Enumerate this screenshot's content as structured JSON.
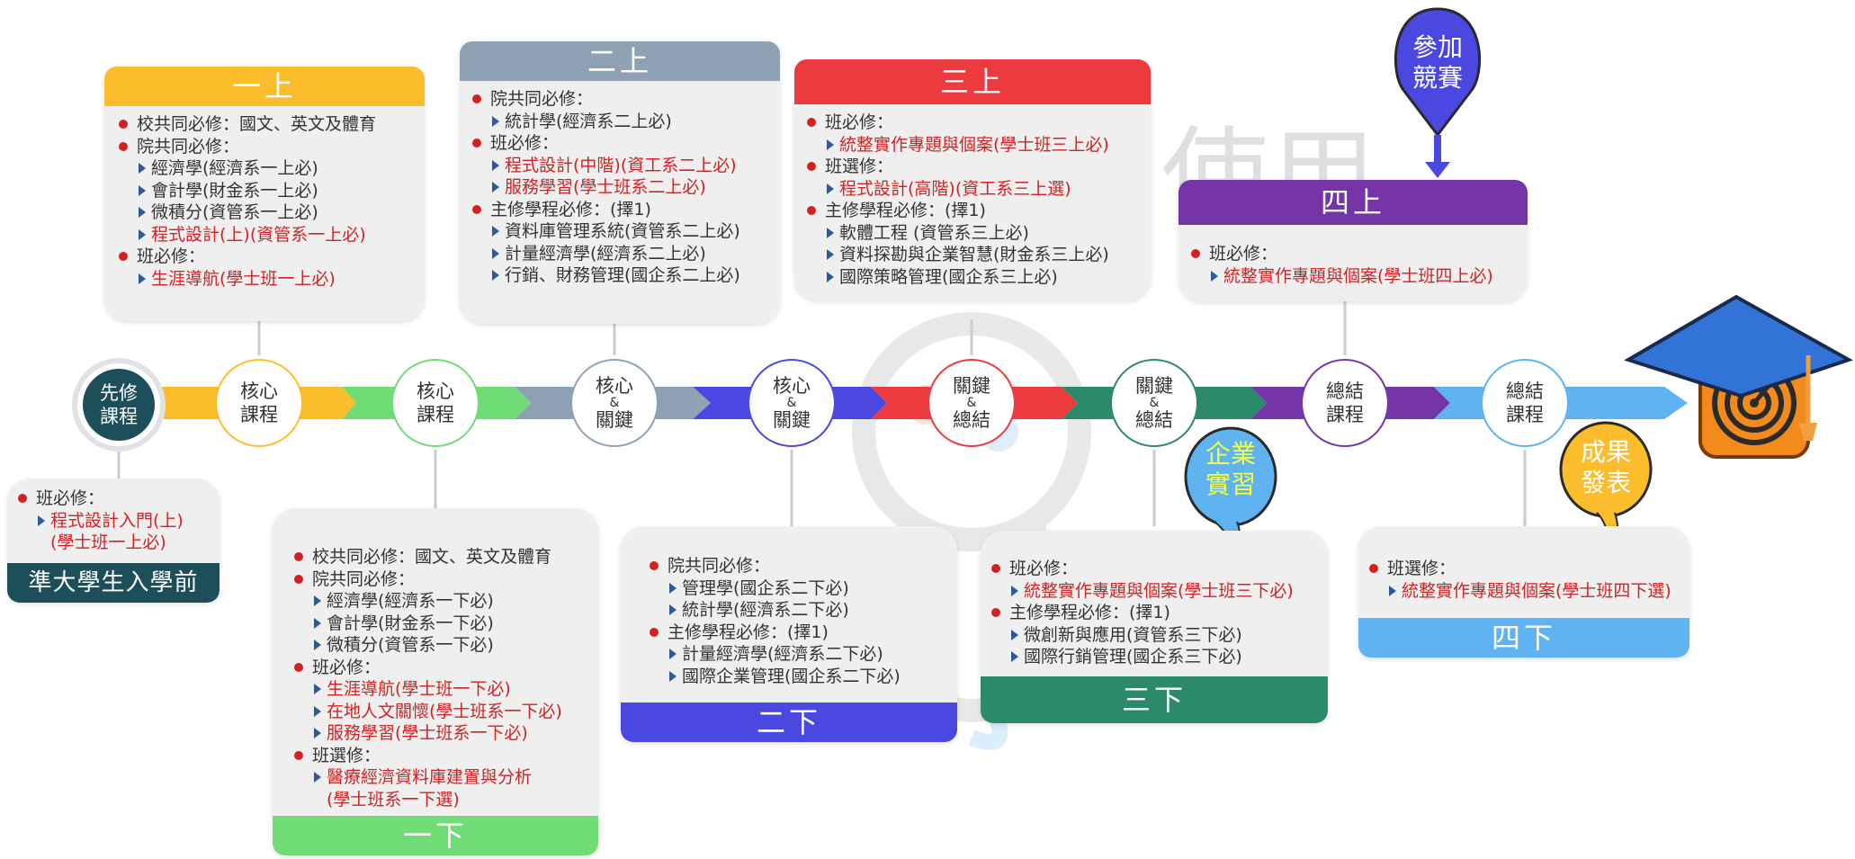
{
  "watermark": "使用",
  "start_label": "準大學生入學前",
  "start_node": {
    "line1": "先修",
    "line2": "課程"
  },
  "nodes": [
    {
      "line1": "核心",
      "amp": "",
      "line2": "課程"
    },
    {
      "line1": "核心",
      "amp": "",
      "line2": "課程"
    },
    {
      "line1": "核心",
      "amp": "&",
      "line2": "關鍵"
    },
    {
      "line1": "核心",
      "amp": "&",
      "line2": "關鍵"
    },
    {
      "line1": "關鍵",
      "amp": "&",
      "line2": "總結"
    },
    {
      "line1": "關鍵",
      "amp": "&",
      "line2": "總結"
    },
    {
      "line1": "總結",
      "amp": "",
      "line2": "課程"
    },
    {
      "line1": "總結",
      "amp": "",
      "line2": "課程"
    }
  ],
  "pre_card": {
    "lines": [
      {
        "text": "班必修：",
        "style": "h"
      },
      {
        "text": "程式設計入門(上)",
        "style": "i",
        "red": true
      },
      {
        "text": "(學士班一上必)",
        "style": "c",
        "red": true
      }
    ]
  },
  "cards": {
    "y1a": {
      "title": "一上",
      "lines": [
        {
          "text": "校共同必修：國文、英文及體育",
          "style": "h"
        },
        {
          "text": "院共同必修：",
          "style": "h"
        },
        {
          "text": "經濟學(經濟系一上必)",
          "style": "i"
        },
        {
          "text": "會計學(財金系一上必)",
          "style": "i"
        },
        {
          "text": "微積分(資管系一上必)",
          "style": "i"
        },
        {
          "text": "程式設計(上)(資管系一上必)",
          "style": "i",
          "red": true
        },
        {
          "text": "班必修：",
          "style": "h"
        },
        {
          "text": "生涯導航(學士班一上必)",
          "style": "i",
          "red": true
        }
      ]
    },
    "y1b": {
      "title": "一下",
      "lines": [
        {
          "text": "校共同必修：國文、英文及體育",
          "style": "h"
        },
        {
          "text": "院共同必修：",
          "style": "h"
        },
        {
          "text": "經濟學(經濟系一下必)",
          "style": "i"
        },
        {
          "text": "會計學(財金系一下必)",
          "style": "i"
        },
        {
          "text": "微積分(資管系一下必)",
          "style": "i"
        },
        {
          "text": "班必修：",
          "style": "h"
        },
        {
          "text": "生涯導航(學士班一下必)",
          "style": "i",
          "red": true
        },
        {
          "text": "在地人文關懷(學士班系一下必)",
          "style": "i",
          "red": true
        },
        {
          "text": "服務學習(學士班系一下必)",
          "style": "i",
          "red": true
        },
        {
          "text": "班選修：",
          "style": "h"
        },
        {
          "text": "醫療經濟資料庫建置與分析",
          "style": "i",
          "red": true
        },
        {
          "text": "(學士班系一下選)",
          "style": "c",
          "red": true
        }
      ]
    },
    "y2a": {
      "title": "二上",
      "lines": [
        {
          "text": "院共同必修：",
          "style": "h"
        },
        {
          "text": "統計學(經濟系二上必)",
          "style": "i"
        },
        {
          "text": "班必修：",
          "style": "h"
        },
        {
          "text": "程式設計(中階)(資工系二上必)",
          "style": "i",
          "red": true
        },
        {
          "text": "服務學習(學士班系二上必)",
          "style": "i",
          "red": true
        },
        {
          "text": "主修學程必修：(擇1)",
          "style": "h"
        },
        {
          "text": "資料庫管理系統(資管系二上必)",
          "style": "i"
        },
        {
          "text": "計量經濟學(經濟系二上必)",
          "style": "i"
        },
        {
          "text": "行銷、財務管理(國企系二上必)",
          "style": "i"
        }
      ]
    },
    "y2b": {
      "title": "二下",
      "lines": [
        {
          "text": "院共同必修：",
          "style": "h"
        },
        {
          "text": "管理學(國企系二下必)",
          "style": "i"
        },
        {
          "text": "統計學(經濟系二下必)",
          "style": "i"
        },
        {
          "text": "主修學程必修：(擇1)",
          "style": "h"
        },
        {
          "text": "計量經濟學(經濟系二下必)",
          "style": "i"
        },
        {
          "text": "國際企業管理(國企系二下必)",
          "style": "i"
        }
      ]
    },
    "y3a": {
      "title": "三上",
      "lines": [
        {
          "text": "班必修：",
          "style": "h"
        },
        {
          "text": "統整實作專題與個案(學士班三上必)",
          "style": "i",
          "red": true
        },
        {
          "text": "班選修：",
          "style": "h"
        },
        {
          "text": "程式設計(高階)(資工系三上選)",
          "style": "i",
          "red": true
        },
        {
          "text": "主修學程必修：(擇1)",
          "style": "h"
        },
        {
          "text": "軟體工程 (資管系三上必)",
          "style": "i"
        },
        {
          "text": "資料探勘與企業智慧(財金系三上必)",
          "style": "i"
        },
        {
          "text": "國際策略管理(國企系三上必)",
          "style": "i"
        }
      ]
    },
    "y3b": {
      "title": "三下",
      "lines": [
        {
          "text": "班必修：",
          "style": "h"
        },
        {
          "text": "統整實作專題與個案(學士班三下必)",
          "style": "i",
          "red": true
        },
        {
          "text": "主修學程必修：(擇1)",
          "style": "h"
        },
        {
          "text": "微創新與應用(資管系三下必)",
          "style": "i"
        },
        {
          "text": "國際行銷管理(國企系三下必)",
          "style": "i"
        }
      ]
    },
    "y4a": {
      "title": "四上",
      "lines": [
        {
          "text": "班必修：",
          "style": "h"
        },
        {
          "text": "統整實作專題與個案(學士班四上必)",
          "style": "i",
          "red": true
        }
      ]
    },
    "y4b": {
      "title": "四下",
      "lines": [
        {
          "text": "班選修：",
          "style": "h"
        },
        {
          "text": "統整實作專題與個案(學士班四下選)",
          "style": "i",
          "red": true
        }
      ]
    }
  },
  "callouts": {
    "competition": {
      "line1": "參加",
      "line2": "競賽"
    },
    "internship": {
      "line1": "企業",
      "line2": "實習"
    },
    "presentation": {
      "line1": "成果",
      "line2": "發表"
    }
  },
  "colors": {
    "y1a": "#fbbd2b",
    "y1b": "#6fdc75",
    "y2a": "#8fa2b4",
    "y2b": "#4a48e0",
    "y3a": "#ec3a3e",
    "y3b": "#2c8a6b",
    "y4a": "#7534a8",
    "y4b": "#5eb3f0",
    "start": "#1d4f5a",
    "bullet": "#d52020",
    "red_text": "#d02323"
  },
  "icons": [
    "graduation-cap-icon",
    "target-icon",
    "arrow-down-icon",
    "lightbulb-watermark-icon"
  ]
}
